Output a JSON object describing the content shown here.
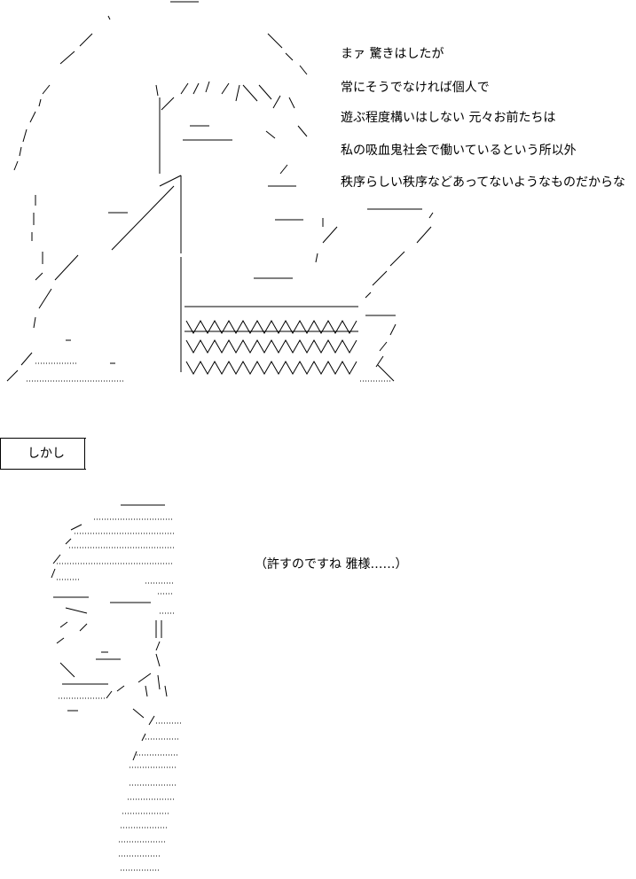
{
  "dialogue": {
    "lines": [
      "まァ  驚きはしたが",
      "常にそうでなければ個人で",
      "遊ぶ程度構いはしない   元々お前たちは",
      "私の吸血鬼社会で働いているという所以外",
      "秩序らしい秩序などあってないようなものだからな"
    ]
  },
  "caption": {
    "label": "しかし"
  },
  "thought": {
    "text": "（許すのですね  雅様……）"
  },
  "colors": {
    "background": "#ffffff",
    "ink": "#000000"
  }
}
